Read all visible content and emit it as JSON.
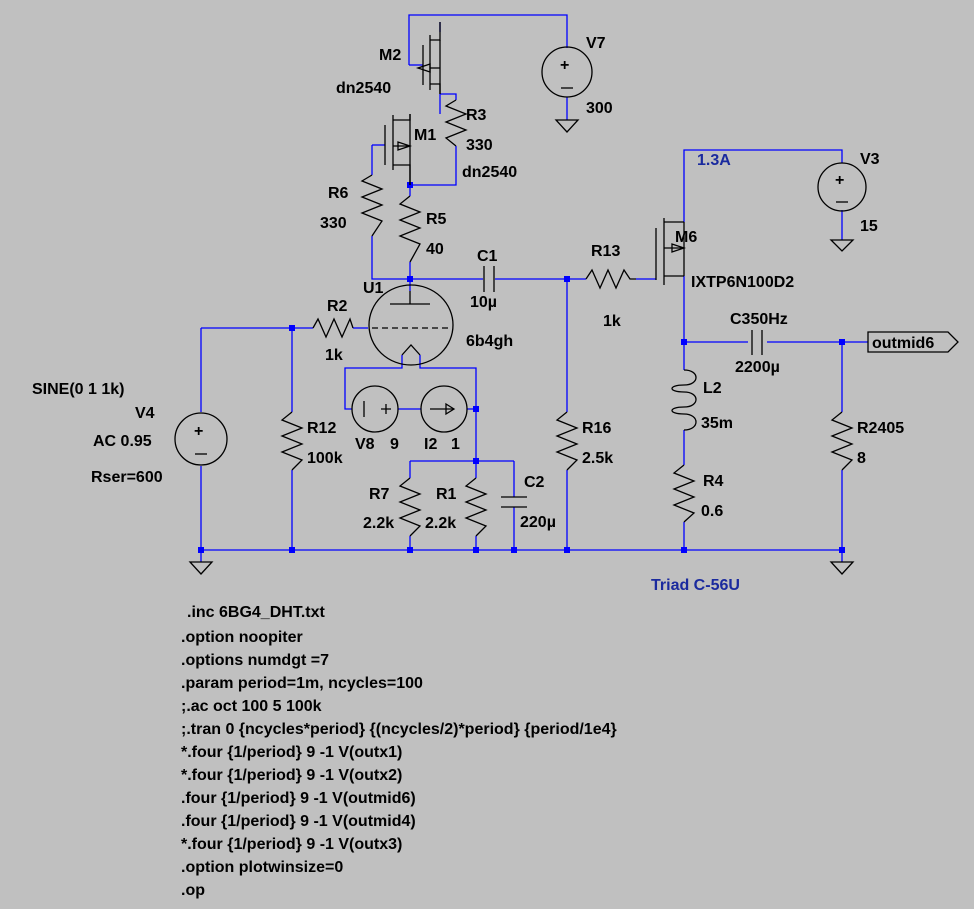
{
  "components": {
    "m2": {
      "name": "M2",
      "model": "dn2540"
    },
    "m1": {
      "name": "M1",
      "model": "dn2540"
    },
    "v7": {
      "name": "V7",
      "value": "300"
    },
    "r3": {
      "name": "R3",
      "value": "330"
    },
    "r6": {
      "name": "R6",
      "value": "330"
    },
    "r5": {
      "name": "R5",
      "value": "40"
    },
    "c1": {
      "name": "C1",
      "value": "10µ"
    },
    "r13": {
      "name": "R13",
      "value": "1k"
    },
    "m6": {
      "name": "M6",
      "model": "IXTP6N100D2"
    },
    "v3": {
      "name": "V3",
      "value": "15"
    },
    "u1": {
      "name": "U1",
      "model": "6b4gh"
    },
    "r2": {
      "name": "R2",
      "value": "1k"
    },
    "v4": {
      "name": "V4",
      "line1": "SINE(0 1 1k)",
      "line2": "AC 0.95",
      "line3": "Rser=600"
    },
    "r12": {
      "name": "R12",
      "value": "100k"
    },
    "v8": {
      "name": "V8",
      "value": "9"
    },
    "i2": {
      "name": "I2",
      "value": "1"
    },
    "r7": {
      "name": "R7",
      "value": "2.2k"
    },
    "r1": {
      "name": "R1",
      "value": "2.2k"
    },
    "c2": {
      "name": "C2",
      "value": "220µ"
    },
    "r16": {
      "name": "R16",
      "value": "2.5k"
    },
    "c3": {
      "name": "C350Hz",
      "value": "2200µ"
    },
    "l2": {
      "name": "L2",
      "value": "35m"
    },
    "r4": {
      "name": "R4",
      "value": "0.6"
    },
    "r2405": {
      "name": "R2405",
      "value": "8"
    }
  },
  "annotations": {
    "current_label": "1.3A",
    "transformer_label": "Triad C-56U"
  },
  "net_labels": {
    "output": "outmid6"
  },
  "spice_directives": [
    ".inc 6BG4_DHT.txt",
    ".option noopiter",
    ".options numdgt =7",
    ".param period=1m, ncycles=100",
    ";.ac oct 100 5 100k",
    ";.tran 0 {ncycles*period} {(ncycles/2)*period} {period/1e4}",
    "*.four {1/period} 9 -1 V(outx1)",
    "*.four {1/period} 9 -1 V(outx2)",
    ".four {1/period} 9 -1 V(outmid6)",
    ".four {1/period} 9 -1 V(outmid4)",
    "*.four {1/period} 9 -1 V(outx3)",
    ".option plotwinsize=0",
    ".op"
  ],
  "colors": {
    "background": "#c0c0c0",
    "wire": "#0000ff",
    "component": "#000000",
    "annotation": "#1a2a9e"
  }
}
